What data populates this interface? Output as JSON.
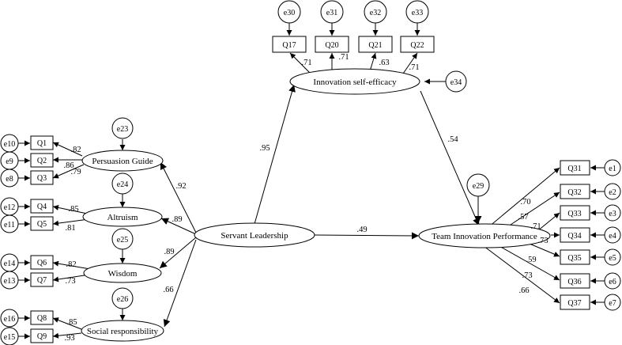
{
  "colors": {
    "stroke": "#000000",
    "fill": "#ffffff",
    "background": "#ffffff"
  },
  "latents": {
    "sl": "Servant Leadership",
    "ise": "Innovation self-efficacy",
    "tip": "Team Innovation Performance",
    "pg": "Persuasion Guide",
    "al": "Altruism",
    "wi": "Wisdom",
    "sr": "Social responsibility"
  },
  "indicators": {
    "Q1": "Q1",
    "Q2": "Q2",
    "Q3": "Q3",
    "Q4": "Q4",
    "Q5": "Q5",
    "Q6": "Q6",
    "Q7": "Q7",
    "Q8": "Q8",
    "Q9": "Q9",
    "Q17": "Q17",
    "Q20": "Q20",
    "Q21": "Q21",
    "Q22": "Q22",
    "Q31": "Q31",
    "Q32": "Q32",
    "Q33": "Q33",
    "Q34": "Q34",
    "Q35": "Q35",
    "Q36": "Q36",
    "Q37": "Q37"
  },
  "errors": {
    "e1": "e1",
    "e2": "e2",
    "e3": "e3",
    "e4": "e4",
    "e5": "e5",
    "e6": "e6",
    "e7": "e7",
    "e8": "e8",
    "e9": "e9",
    "e10": "e10",
    "e11": "e11",
    "e12": "e12",
    "e13": "e13",
    "e14": "e14",
    "e15": "e15",
    "e16": "e16",
    "e23": "e23",
    "e24": "e24",
    "e25": "e25",
    "e26": "e26",
    "e29": "e29",
    "e30": "e30",
    "e31": "e31",
    "e32": "e32",
    "e33": "e33",
    "e34": "e34"
  },
  "paths": {
    "sl_ise": ".95",
    "sl_tip": ".49",
    "ise_tip": ".54",
    "sl_pg": ".92",
    "sl_al": ".89",
    "sl_wi": ".89",
    "sl_sr": ".66"
  },
  "loadings": {
    "q1": ".82",
    "q2": ".86",
    "q3": ".79",
    "q4": ".85",
    "q5": ".81",
    "q6": ".82",
    "q7": ".73",
    "q8": ".85",
    "q9": ".93",
    "q17": ".71",
    "q20": ".71",
    "q21": ".63",
    "q22": ".71",
    "q31": ".70",
    "q32": ".57",
    "q33": ".71",
    "q34": ".73",
    "q35": ".59",
    "q36": ".73",
    "q37": ".66"
  }
}
